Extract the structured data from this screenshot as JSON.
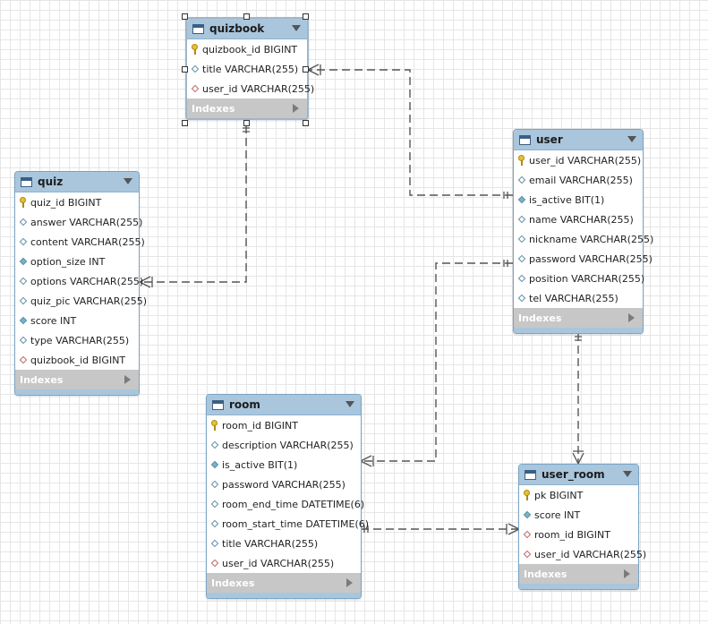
{
  "diagram": {
    "tables": [
      {
        "id": "quizbook",
        "name": "quizbook",
        "selected": true,
        "columns": [
          {
            "label": "quizbook_id BIGINT",
            "icon": "primary-key-icon"
          },
          {
            "label": "title VARCHAR(255)",
            "icon": "column-icon"
          },
          {
            "label": "user_id VARCHAR(255)",
            "icon": "foreign-key-icon"
          }
        ],
        "indexes_label": "Indexes"
      },
      {
        "id": "user",
        "name": "user",
        "selected": false,
        "columns": [
          {
            "label": "user_id VARCHAR(255)",
            "icon": "primary-key-icon"
          },
          {
            "label": "email VARCHAR(255)",
            "icon": "column-icon"
          },
          {
            "label": "is_active BIT(1)",
            "icon": "not-null-column-icon"
          },
          {
            "label": "name VARCHAR(255)",
            "icon": "column-icon"
          },
          {
            "label": "nickname VARCHAR(255)",
            "icon": "column-icon"
          },
          {
            "label": "password VARCHAR(255)",
            "icon": "column-icon"
          },
          {
            "label": "position VARCHAR(255)",
            "icon": "column-icon"
          },
          {
            "label": "tel VARCHAR(255)",
            "icon": "column-icon"
          }
        ],
        "indexes_label": "Indexes"
      },
      {
        "id": "quiz",
        "name": "quiz",
        "selected": false,
        "columns": [
          {
            "label": "quiz_id BIGINT",
            "icon": "primary-key-icon"
          },
          {
            "label": "answer VARCHAR(255)",
            "icon": "column-icon"
          },
          {
            "label": "content VARCHAR(255)",
            "icon": "column-icon"
          },
          {
            "label": "option_size INT",
            "icon": "not-null-column-icon"
          },
          {
            "label": "options VARCHAR(255)",
            "icon": "column-icon"
          },
          {
            "label": "quiz_pic VARCHAR(255)",
            "icon": "column-icon"
          },
          {
            "label": "score INT",
            "icon": "not-null-column-icon"
          },
          {
            "label": "type VARCHAR(255)",
            "icon": "column-icon"
          },
          {
            "label": "quizbook_id BIGINT",
            "icon": "foreign-key-icon"
          }
        ],
        "indexes_label": "Indexes"
      },
      {
        "id": "room",
        "name": "room",
        "selected": false,
        "columns": [
          {
            "label": "room_id BIGINT",
            "icon": "primary-key-icon"
          },
          {
            "label": "description VARCHAR(255)",
            "icon": "column-icon"
          },
          {
            "label": "is_active BIT(1)",
            "icon": "not-null-column-icon"
          },
          {
            "label": "password VARCHAR(255)",
            "icon": "column-icon"
          },
          {
            "label": "room_end_time DATETIME(6)",
            "icon": "column-icon"
          },
          {
            "label": "room_start_time DATETIME(6)",
            "icon": "column-icon"
          },
          {
            "label": "title VARCHAR(255)",
            "icon": "column-icon"
          },
          {
            "label": "user_id VARCHAR(255)",
            "icon": "foreign-key-icon"
          }
        ],
        "indexes_label": "Indexes"
      },
      {
        "id": "user_room",
        "name": "user_room",
        "selected": false,
        "columns": [
          {
            "label": "pk BIGINT",
            "icon": "primary-key-icon"
          },
          {
            "label": "score INT",
            "icon": "not-null-column-icon"
          },
          {
            "label": "room_id BIGINT",
            "icon": "foreign-key-icon"
          },
          {
            "label": "user_id VARCHAR(255)",
            "icon": "foreign-key-icon"
          }
        ],
        "indexes_label": "Indexes"
      }
    ],
    "relationships": [
      {
        "from": "user",
        "to": "quizbook",
        "cardinality": "one-to-many"
      },
      {
        "from": "quizbook",
        "to": "quiz",
        "cardinality": "one-to-many"
      },
      {
        "from": "user",
        "to": "room",
        "cardinality": "one-to-many"
      },
      {
        "from": "user",
        "to": "user_room",
        "cardinality": "one-to-many"
      },
      {
        "from": "room",
        "to": "user_room",
        "cardinality": "one-to-many"
      }
    ]
  }
}
